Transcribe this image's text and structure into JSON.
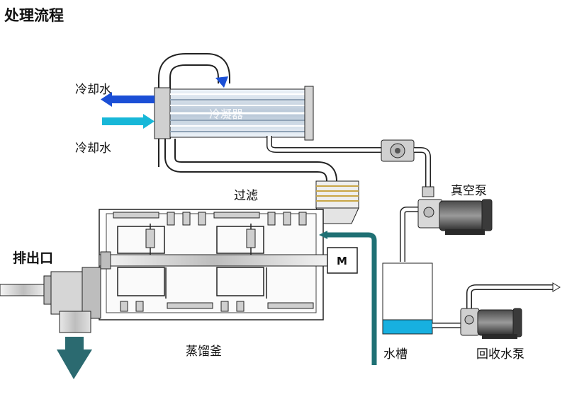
{
  "title": "处理流程",
  "labels": {
    "cooling_water_top": "冷却水",
    "cooling_water_bottom": "冷却水",
    "condenser": "冷凝器",
    "filter": "过滤",
    "vacuum_pump": "真空泵",
    "discharge": "排出口",
    "motor": "M",
    "still": "蒸馏釜",
    "water_tank": "水槽",
    "recovery_pump": "回收水泵"
  },
  "colors": {
    "cooling_out": "#1b4fd6",
    "cooling_in": "#17b7d8",
    "teal_pipe": "#1f7074",
    "water": "#17b0e0",
    "outline": "#222222",
    "metal": "#d9d9d9"
  }
}
